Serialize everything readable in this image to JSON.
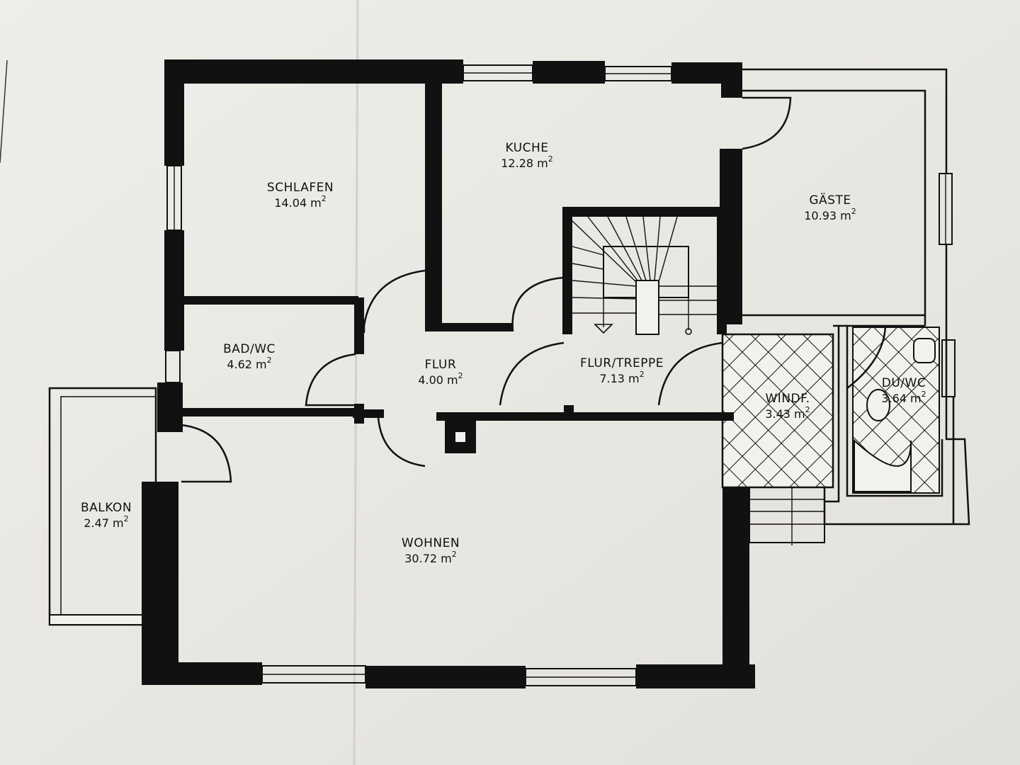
{
  "rooms": [
    {
      "id": "schlafen",
      "name": "SCHLAFEN",
      "area": "14.04 m"
    },
    {
      "id": "kuche",
      "name": "KUCHE",
      "area": "12.28 m"
    },
    {
      "id": "gaste",
      "name": "GÄSTE",
      "area": "10.93 m"
    },
    {
      "id": "bad-wc",
      "name": "BAD/WC",
      "area": "4.62 m"
    },
    {
      "id": "flur",
      "name": "FLUR",
      "area": "4.00 m"
    },
    {
      "id": "flur-treppe",
      "name": "FLUR/TREPPE",
      "area": "7.13 m"
    },
    {
      "id": "windf",
      "name": "WINDF.",
      "area": "3.43 m"
    },
    {
      "id": "du-wc",
      "name": "DU/WC",
      "area": "3.64 m"
    },
    {
      "id": "balkon",
      "name": "BALKON",
      "area": "2.47 m"
    },
    {
      "id": "wohnen",
      "name": "WOHNEN",
      "area": "30.72 m"
    }
  ],
  "area_unit_exponent": "2"
}
